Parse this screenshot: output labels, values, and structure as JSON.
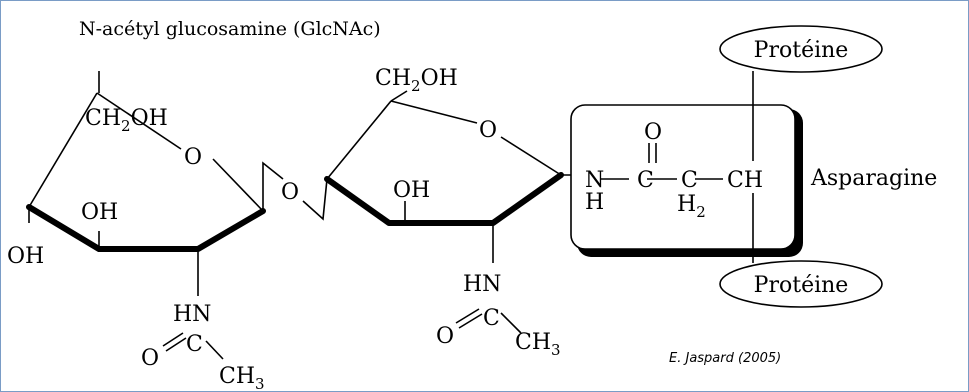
{
  "title": "N-acétyl glucosamine (GlcNAc)",
  "sugar1": {
    "ch2oh": "CH",
    "ch2oh_sub": "2",
    "ch2oh_end": "OH",
    "ring_o": "O",
    "oh_inner": "OH",
    "oh_left": "OH",
    "hn": "HN",
    "carbonyl_o": "O",
    "carbonyl_c": "C",
    "ch3": "CH",
    "ch3_sub": "3"
  },
  "glycosidic_o": "O",
  "sugar2": {
    "ch2oh": "CH",
    "ch2oh_sub": "2",
    "ch2oh_end": "OH",
    "ring_o": "O",
    "oh_inner": "OH",
    "hn": "HN",
    "carbonyl_o": "O",
    "carbonyl_c": "C",
    "ch3": "CH",
    "ch3_sub": "3"
  },
  "asparagine": {
    "n": "N",
    "h": "H",
    "carbonyl_o": "O",
    "c1": "C",
    "c2": "C",
    "h2": "H",
    "h2_sub": "2",
    "ch": "CH",
    "label": "Asparagine"
  },
  "protein_top": "Protéine",
  "protein_bottom": "Protéine",
  "credit": "E. Jaspard (2005)"
}
